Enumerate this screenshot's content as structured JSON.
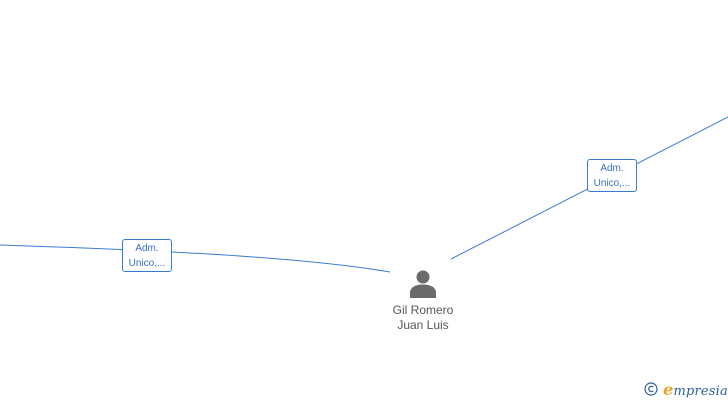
{
  "nodes": {
    "person": {
      "line1": "Gil Romero",
      "line2": "Juan Luis",
      "icon": "person-icon"
    }
  },
  "edges": [
    {
      "id": "left",
      "label_line1": "Adm.",
      "label_line2": "Unico,..."
    },
    {
      "id": "right",
      "label_line1": "Adm.",
      "label_line2": "Unico,..."
    }
  ],
  "brand": {
    "copyright_symbol": "©",
    "name_initial": "e",
    "name_rest": "mpresia"
  },
  "colors": {
    "edge": "#3a7bd5",
    "label_text": "#3a6fc4",
    "person_icon": "#6b6b6b",
    "person_text": "#555555",
    "brand_blue": "#2b5f9e",
    "brand_orange": "#f0a020"
  }
}
